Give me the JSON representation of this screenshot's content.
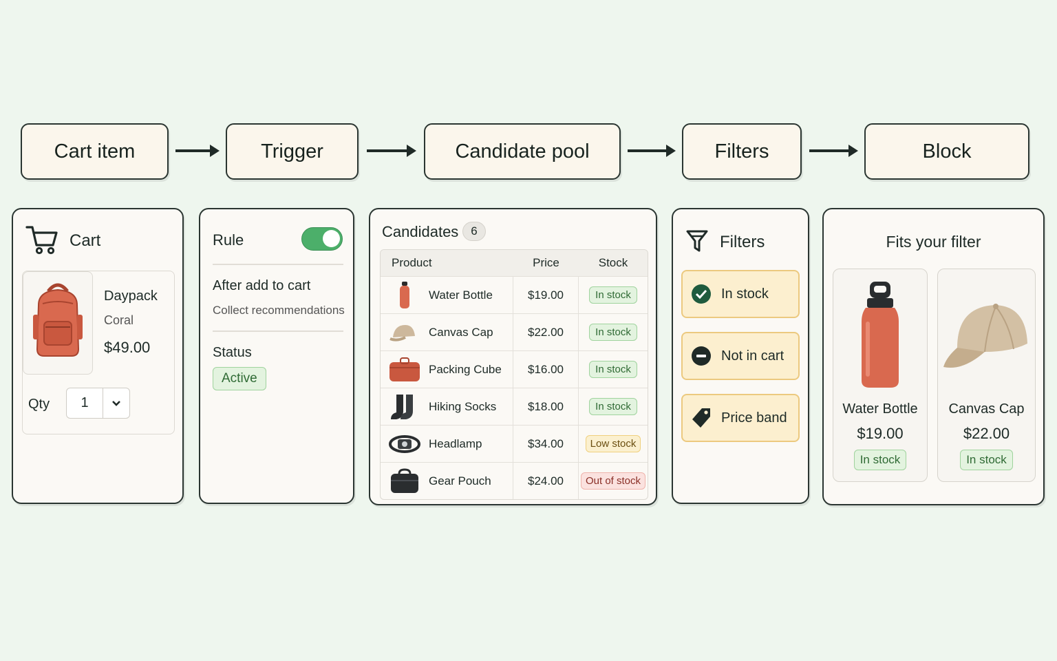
{
  "flow": {
    "stages": [
      "Cart item",
      "Trigger",
      "Candidate pool",
      "Filters",
      "Block"
    ]
  },
  "cart": {
    "title": "Cart",
    "item_name": "Daypack",
    "item_variant": "Coral",
    "item_price": "$49.00",
    "qty_label": "Qty",
    "qty_value": "1"
  },
  "rule": {
    "title": "Rule",
    "toggle_on": true,
    "trigger_title": "After add to cart",
    "trigger_desc": "Collect recommendations",
    "status_label": "Status",
    "status_value": "Active"
  },
  "candidates": {
    "title": "Candidates",
    "count": "6",
    "columns": [
      "Product",
      "Price",
      "Stock"
    ],
    "rows": [
      {
        "product": "Water Bottle",
        "price": "$19.00",
        "stock": "In stock",
        "icon": "water-bottle-icon"
      },
      {
        "product": "Canvas Cap",
        "price": "$22.00",
        "stock": "In stock",
        "icon": "cap-icon"
      },
      {
        "product": "Packing Cube",
        "price": "$16.00",
        "stock": "In stock",
        "icon": "packing-cube-icon"
      },
      {
        "product": "Hiking Socks",
        "price": "$18.00",
        "stock": "In stock",
        "icon": "socks-icon"
      },
      {
        "product": "Headlamp",
        "price": "$34.00",
        "stock": "Low stock",
        "icon": "headlamp-icon"
      },
      {
        "product": "Gear Pouch",
        "price": "$24.00",
        "stock": "Out of stock",
        "icon": "pouch-icon"
      }
    ]
  },
  "filters": {
    "title": "Filters",
    "items": [
      {
        "label": "In stock",
        "icon": "check-circle-icon"
      },
      {
        "label": "Not in cart",
        "icon": "minus-circle-icon"
      },
      {
        "label": "Price band",
        "icon": "price-tag-icon"
      }
    ]
  },
  "block": {
    "title": "Fits your filter",
    "products": [
      {
        "name": "Water Bottle",
        "price": "$19.00",
        "stock": "In stock"
      },
      {
        "name": "Canvas Cap",
        "price": "$22.00",
        "stock": "In stock"
      }
    ]
  },
  "colors": {
    "background": "#eef6ee",
    "stage_fill": "#fbf6ec",
    "toggle_on": "#4caf6a",
    "in_stock": "#e3f3df",
    "low_stock": "#fbf0cf",
    "out_of_stock": "#fbe2df",
    "filter_chip": "#fcefcf",
    "product_coral": "#d9694f"
  }
}
